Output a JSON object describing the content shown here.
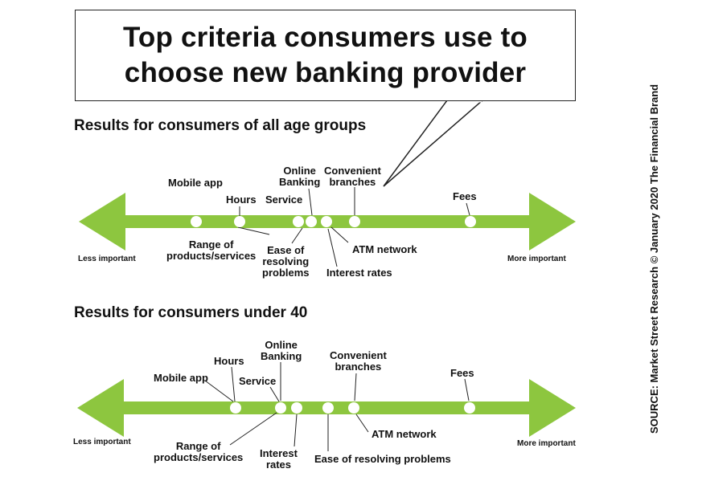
{
  "title_line1": "Top criteria consumers use to",
  "title_line2": "choose new banking provider",
  "source": "SOURCE: Market Street Research © January 2020 The Financial Brand",
  "colors": {
    "arrow": "#8dc63f",
    "dot": "#ffffff",
    "text": "#111111"
  },
  "panels": [
    {
      "heading": "Results for consumers of all age groups",
      "less_label": "Less important",
      "more_label": "More important",
      "items": [
        {
          "label": "Mobile app"
        },
        {
          "label": "Range of products/services"
        },
        {
          "label": "Hours"
        },
        {
          "label": "Service"
        },
        {
          "label": "Ease of resolving problems"
        },
        {
          "label": "Online Banking"
        },
        {
          "label": "Interest rates"
        },
        {
          "label": "ATM network"
        },
        {
          "label": "Convenient branches"
        },
        {
          "label": "Fees"
        }
      ]
    },
    {
      "heading": "Results for consumers under 40",
      "less_label": "Less important",
      "more_label": "More important",
      "items": [
        {
          "label": "Mobile app"
        },
        {
          "label": "Hours"
        },
        {
          "label": "Service"
        },
        {
          "label": "Range of products/services"
        },
        {
          "label": "Online Banking"
        },
        {
          "label": "Interest rates"
        },
        {
          "label": "Ease of resolving problems"
        },
        {
          "label": "ATM network"
        },
        {
          "label": "Convenient branches"
        },
        {
          "label": "Fees"
        }
      ]
    }
  ]
}
